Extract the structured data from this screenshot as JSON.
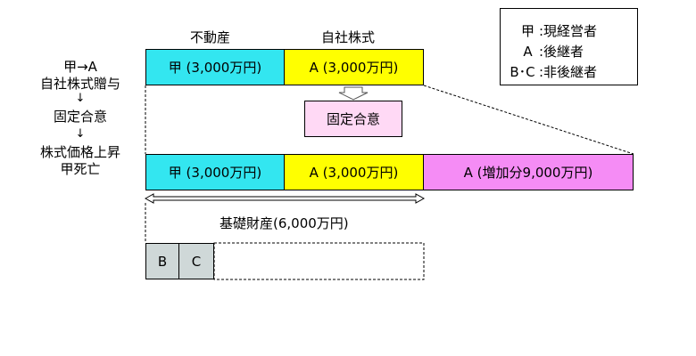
{
  "header": {
    "real_estate": "不動産",
    "company_stock": "自社株式"
  },
  "top_row": {
    "kou": "甲 (3,000万円)",
    "a": "A (3,000万円)"
  },
  "agreement_box": "固定合意",
  "bottom_row": {
    "kou": "甲 (3,000万円)",
    "a": "A (3,000万円)",
    "increase": "A (増加分9,000万円)"
  },
  "base_assets": "基礎財産(6,000万円)",
  "heirs": {
    "b": "B",
    "c": "C"
  },
  "steps": {
    "gift_line1": "甲→A",
    "gift_line2": "自社株式贈与",
    "arrow1": "↓",
    "agreement": "固定合意",
    "arrow2": "↓",
    "rise_line1": "株式価格上昇",
    "rise_line2": "甲死亡"
  },
  "legend": {
    "kou_key": "甲",
    "kou_desc": ":現経営者",
    "a_key": "A",
    "a_desc": ":後継者",
    "bc_key": "B･C",
    "bc_desc": ":非後継者"
  },
  "colors": {
    "cyan": "#33e6f0",
    "yellow": "#ffff00",
    "magenta": "#f58cf5",
    "pink_light": "#ffd9f5",
    "gray": "#cfd8d8"
  }
}
